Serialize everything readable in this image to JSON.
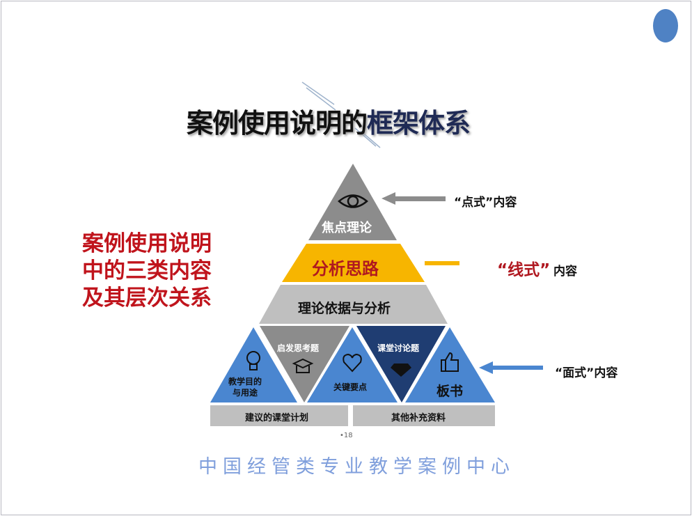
{
  "title": {
    "part1": "案例使用说明的",
    "part2": "框架体系"
  },
  "left_text": [
    "案例使用说明",
    "中的三类内容",
    "及其层次关系"
  ],
  "pyramid": {
    "top": "焦点理论",
    "middle": "分析思路",
    "lower": "理论依据与分析",
    "bottom": [
      "教学目的与用途",
      "启发思考题",
      "关键要点",
      "课堂讨论题",
      "板书"
    ],
    "bottom1_lines": [
      "教学目的",
      "与用途"
    ],
    "bars": [
      "建议的课堂计划",
      "其他补充资料"
    ]
  },
  "callouts": {
    "point": "“点式”内容",
    "line_q": "“线式”",
    "line_rest": "内容",
    "surface": "“面式”内容"
  },
  "watermark": "中国经管类专业教学案例中心",
  "page_number": "•18",
  "icons": [
    "eye-icon",
    "lightbulb-icon",
    "graduation-cap-icon",
    "heart-icon",
    "diamond-icon",
    "thumbs-up-icon"
  ],
  "colors": {
    "gray": "#8c8c8c",
    "orange": "#f7b500",
    "light_gray": "#bfbfbf",
    "blue": "#4a86d0",
    "navy": "#1f3d72",
    "red": "#c0141c"
  }
}
